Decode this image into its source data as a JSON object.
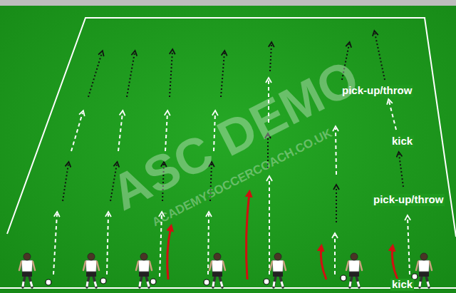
{
  "diagram": {
    "labels": [
      "pick-up/throw",
      "kick",
      "pick-up/throw",
      "kick",
      "ASC DEMO",
      "ACADEMYSOCCERCOACH.CO.UK"
    ]
  }
}
